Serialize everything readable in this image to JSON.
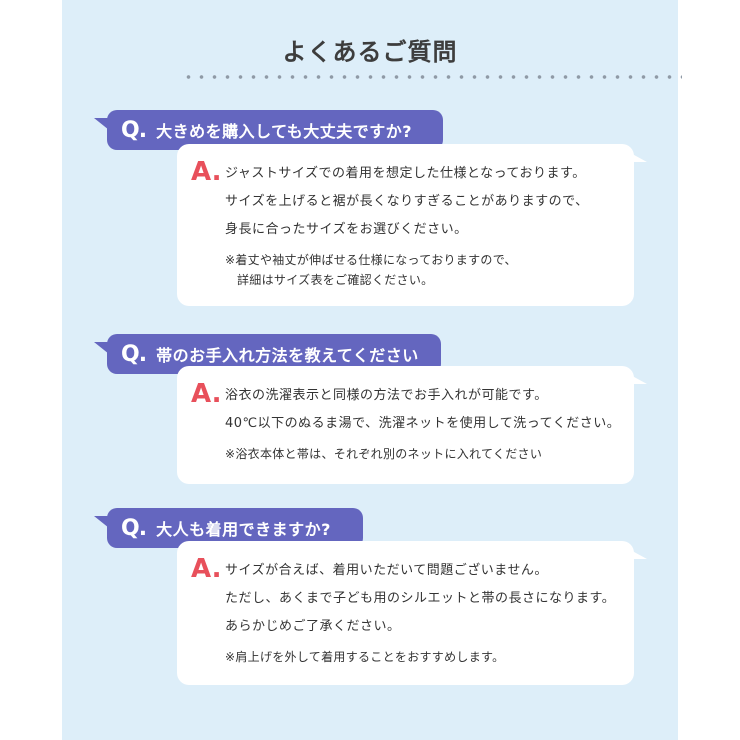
{
  "page": {
    "title": "よくあるご質問",
    "colors": {
      "background_panel": "#ddeef9",
      "question_bubble": "#6466bf",
      "answer_bubble": "#ffffff",
      "answer_mark": "#e8505b",
      "title_text": "#3d3d3d",
      "divider_dots": "#8f9aa6"
    }
  },
  "faq": [
    {
      "q_mark": "Q.",
      "question": "大きめを購入しても大丈夫ですか?",
      "a_mark": "A.",
      "answer_lines": [
        "ジャストサイズでの着用を想定した仕様となっております。",
        "サイズを上げると裾が長くなりすぎることがありますので、",
        "身長に合ったサイズをお選びください。"
      ],
      "note_lines": [
        "※着丈や袖丈が伸ばせる仕様になっておりますので、",
        "詳細はサイズ表をご確認ください。"
      ]
    },
    {
      "q_mark": "Q.",
      "question": "帯のお手入れ方法を教えてください",
      "a_mark": "A.",
      "answer_lines": [
        "浴衣の洗濯表示と同様の方法でお手入れが可能です。",
        "40℃以下のぬるま湯で、洗濯ネットを使用して洗ってください。"
      ],
      "note_lines": [
        "※浴衣本体と帯は、それぞれ別のネットに入れてください"
      ]
    },
    {
      "q_mark": "Q.",
      "question": "大人も着用できますか?",
      "a_mark": "A.",
      "answer_lines": [
        "サイズが合えば、着用いただいて問題ございません。",
        "ただし、あくまで子ども用のシルエットと帯の長さになります。",
        "あらかじめご了承ください。"
      ],
      "note_lines": [
        "※肩上げを外して着用することをおすすめします。"
      ]
    }
  ]
}
